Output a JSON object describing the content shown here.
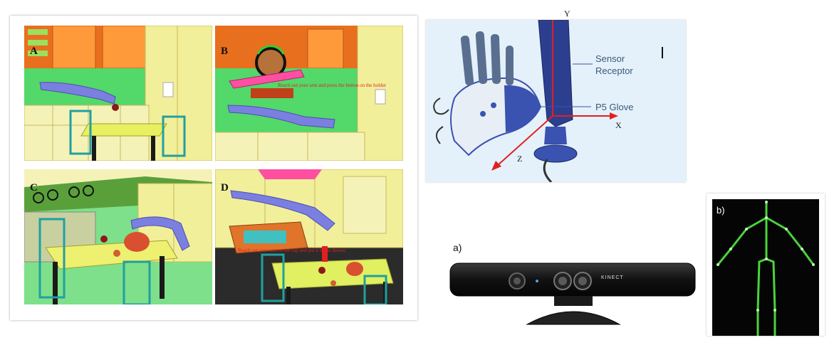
{
  "kitchen_panels": [
    {
      "letter": "A",
      "caption": ""
    },
    {
      "letter": "B",
      "caption": "Reach out your arm and press the button on the holder"
    },
    {
      "letter": "C",
      "caption": ""
    },
    {
      "letter": "D",
      "caption": "Reach out your arm to the cup and put it in the drawer"
    }
  ],
  "glove_diagram": {
    "axis_y": "Y",
    "axis_x": "X",
    "axis_z": "Z",
    "sensor_label_line1": "Sensor",
    "sensor_label_line2": "Receptor",
    "glove_label": "P5 Glove",
    "cursor_mark": "I"
  },
  "kinect": {
    "tag": "a)",
    "brand": "KINECT"
  },
  "skeleton": {
    "tag": "b)"
  },
  "colors": {
    "kitchen_wall": "#f08a2a",
    "kitchen_cabinet": "#f2ef9a",
    "kitchen_floor": "#6fe07a",
    "arm": "#7b7fe0",
    "axis_red": "#e02020",
    "sensor_blue": "#2c3f8f",
    "skeleton_green": "#4ad43a"
  }
}
